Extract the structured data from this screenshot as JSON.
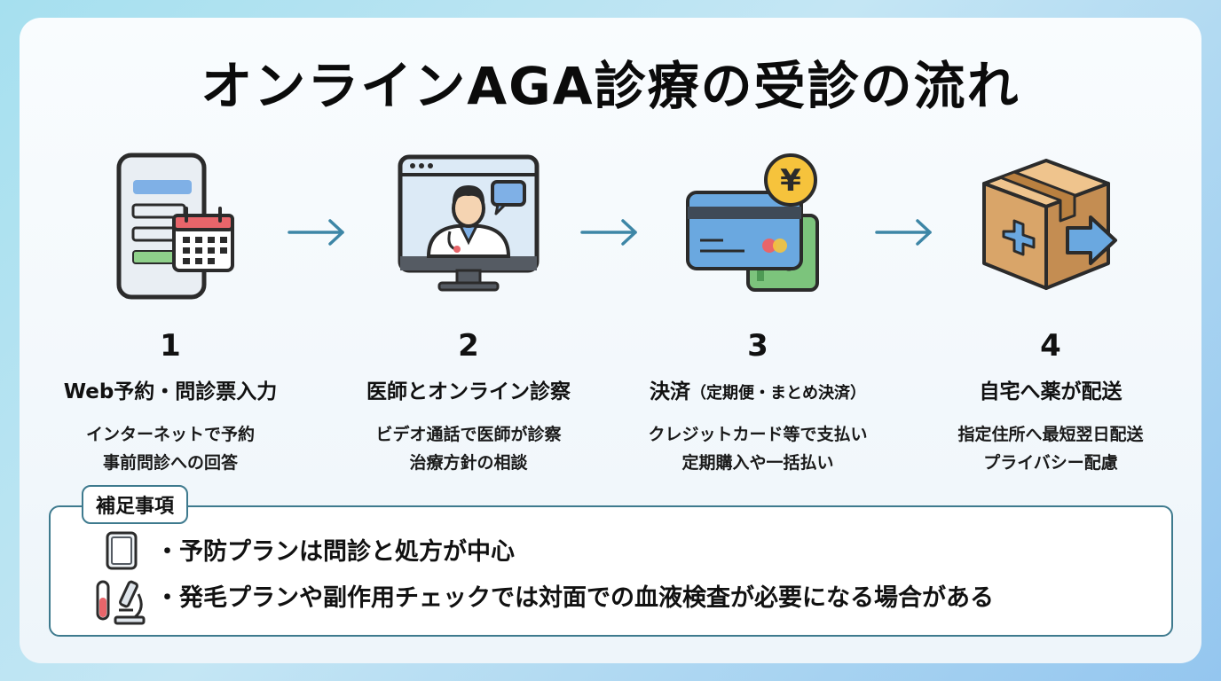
{
  "title": "オンラインAGA診療の受診の流れ",
  "steps": [
    {
      "number": "1",
      "title": "Web予約・問診票入力",
      "title_note": "",
      "desc1": "インターネットで予約",
      "desc2": "事前問診への回答",
      "icon": "smartphone-calendar-icon"
    },
    {
      "number": "2",
      "title": "医師とオンライン診察",
      "title_note": "",
      "desc1": "ビデオ通話で医師が診察",
      "desc2": "治療方針の相談",
      "icon": "video-call-doctor-icon"
    },
    {
      "number": "3",
      "title": "決済",
      "title_note": "（定期便・まとめ決済）",
      "desc1": "クレジットカード等で支払い",
      "desc2": "定期購入や一括払い",
      "icon": "credit-card-yen-icon"
    },
    {
      "number": "4",
      "title": "自宅へ薬が配送",
      "title_note": "",
      "desc1": "指定住所へ最短翌日配送",
      "desc2": "プライバシー配慮",
      "icon": "delivery-box-icon"
    }
  ],
  "notes": {
    "heading": "補足事項",
    "items": [
      {
        "text": "・予防プランは問診と処方が中心",
        "icon": "tablet-icon"
      },
      {
        "text": "・発毛プランや副作用チェックでは対面での血液検査が必要になる場合がある",
        "icon": "lab-microscope-icon"
      }
    ]
  },
  "colors": {
    "accent": "#3e7a8e",
    "arrow": "#3d86a6",
    "card_blue": "#6aa8e0",
    "card_green": "#7cc47c",
    "box": "#d9a569",
    "calendar_red": "#e8656a",
    "yen_gold": "#f6c33c"
  }
}
